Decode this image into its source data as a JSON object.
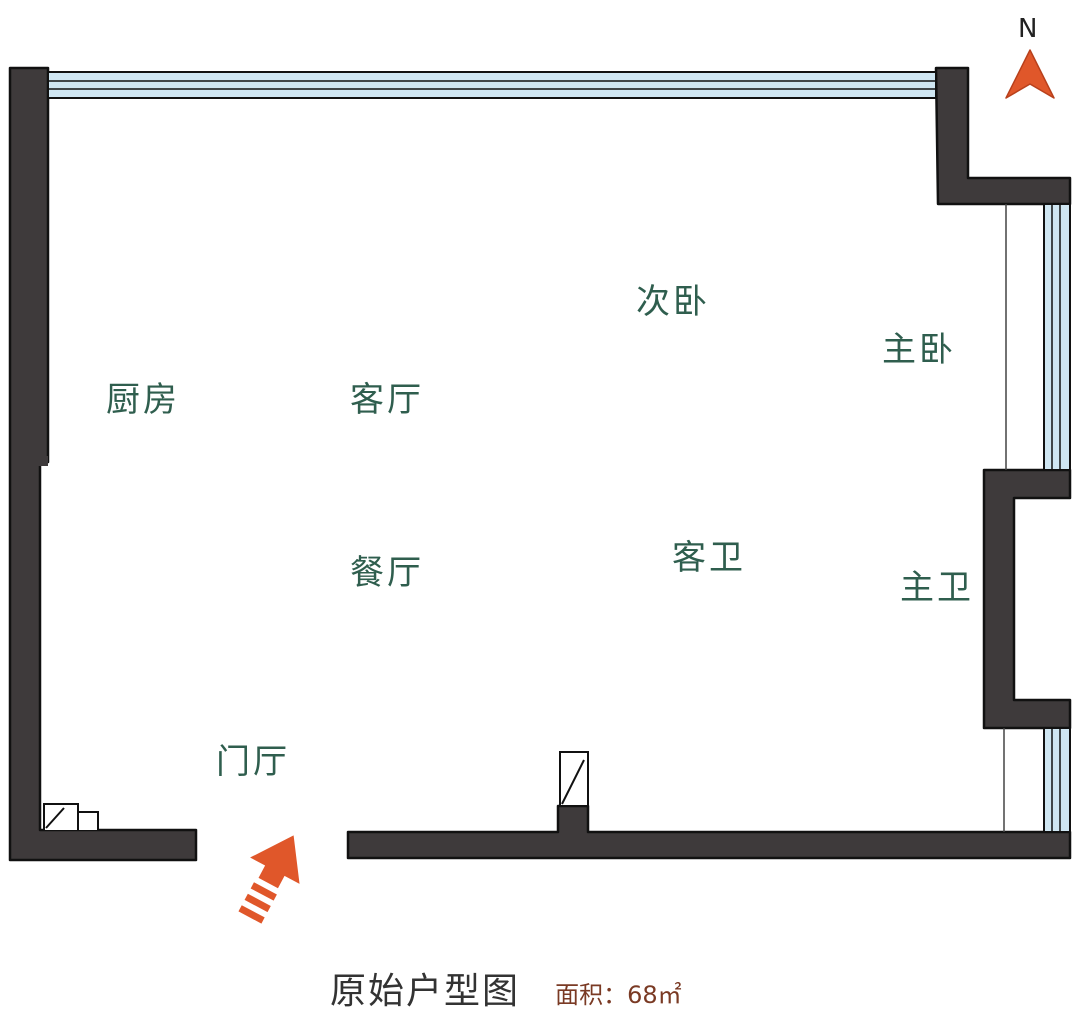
{
  "compass": {
    "label": "N"
  },
  "rooms": {
    "kitchen": "厨房",
    "living_room": "客厅",
    "second_bedroom": "次卧",
    "master_bedroom": "主卧",
    "dining_room": "餐厅",
    "guest_bathroom": "客卫",
    "master_bathroom": "主卫",
    "foyer": "门厅"
  },
  "footer": {
    "title": "原始户型图",
    "area": "面积：68㎡"
  },
  "colors": {
    "wall": "#3e3a3b",
    "wall_outline": "#111111",
    "window_glass": "#cfe6f2",
    "room_label": "#2f5e4e",
    "arrow": "#e0572a"
  }
}
